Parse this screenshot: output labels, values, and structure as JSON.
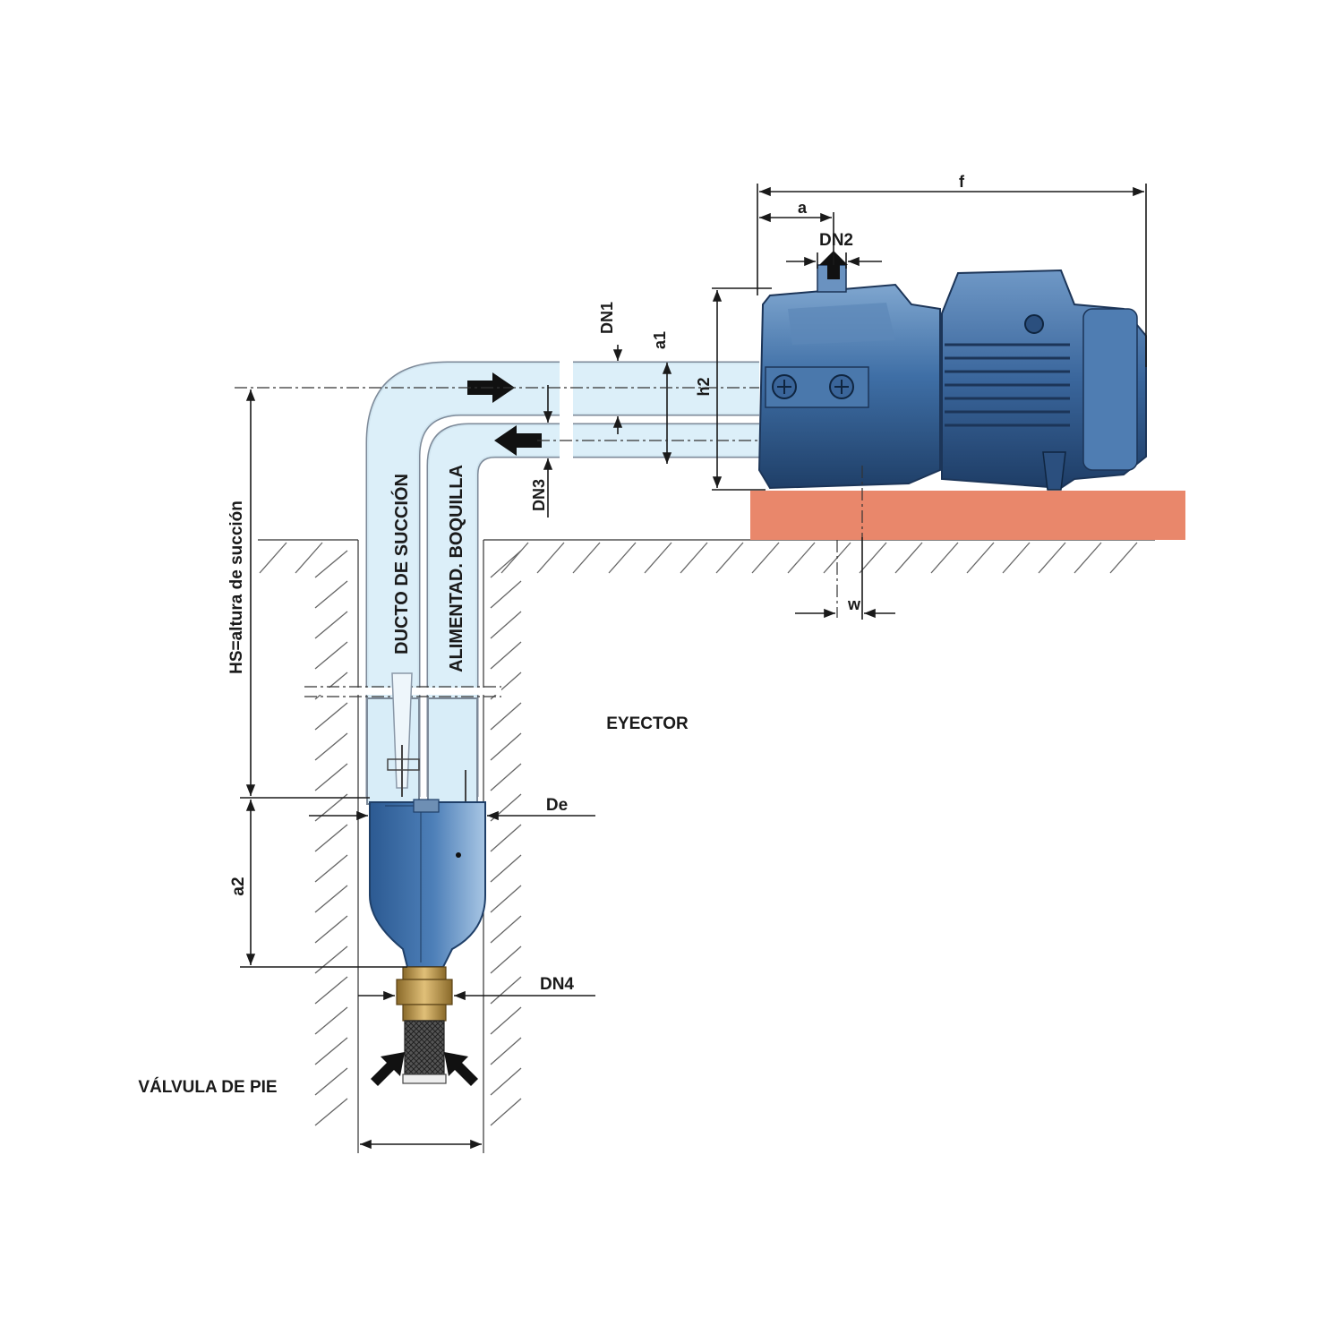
{
  "labels": {
    "f": "f",
    "a": "a",
    "dn2": "DN2",
    "dn1": "DN1",
    "a1": "a1",
    "h2": "h2",
    "dn3": "DN3",
    "w": "w",
    "hs": "HS=altura de succión",
    "ducto": "DUCTO DE SUCCIÓN",
    "alimentad": "ALIMENTAD. BOQUILLA",
    "eyector": "EYECTOR",
    "de": "De",
    "a2": "a2",
    "dn4": "DN4",
    "valvula": "VÁLVULA DE PIE"
  },
  "colors": {
    "pump_blue": "#3f6fa6",
    "pump_dark": "#23456f",
    "pipe_fill": "#d8edf8",
    "pipe_edge": "#7d8a99",
    "base": "#e9876b",
    "brass": "#c9a25a"
  }
}
